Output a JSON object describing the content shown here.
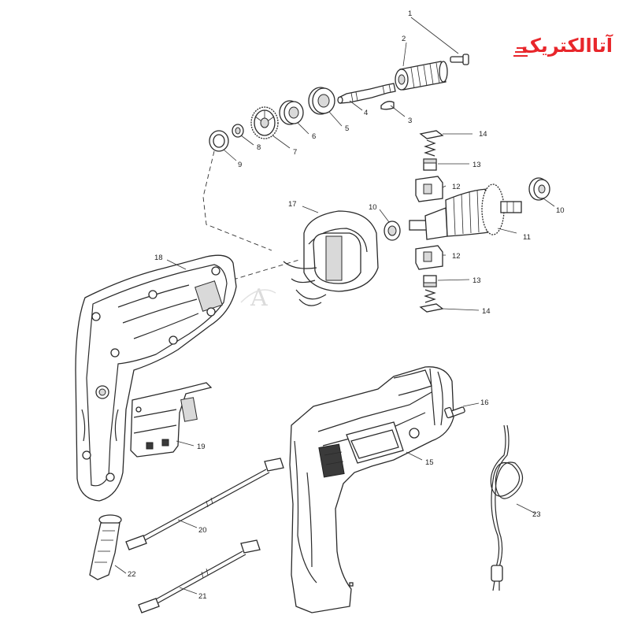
{
  "brand": {
    "logo_text": "آتاالکتریک",
    "color": "#e8262b"
  },
  "watermark": {
    "letter": "A"
  },
  "parts": [
    {
      "id": "p1",
      "label": "1"
    },
    {
      "id": "p2",
      "label": "2"
    },
    {
      "id": "p3",
      "label": "3"
    },
    {
      "id": "p4",
      "label": "4"
    },
    {
      "id": "p5",
      "label": "5"
    },
    {
      "id": "p6",
      "label": "6"
    },
    {
      "id": "p7",
      "label": "7"
    },
    {
      "id": "p8",
      "label": "8"
    },
    {
      "id": "p9",
      "label": "9"
    },
    {
      "id": "p10a",
      "label": "10"
    },
    {
      "id": "p10b",
      "label": "10"
    },
    {
      "id": "p11",
      "label": "11"
    },
    {
      "id": "p12a",
      "label": "12"
    },
    {
      "id": "p12b",
      "label": "12"
    },
    {
      "id": "p13a",
      "label": "13"
    },
    {
      "id": "p13b",
      "label": "13"
    },
    {
      "id": "p14a",
      "label": "14"
    },
    {
      "id": "p14b",
      "label": "14"
    },
    {
      "id": "p15",
      "label": "15"
    },
    {
      "id": "p16",
      "label": "16"
    },
    {
      "id": "p17",
      "label": "17"
    },
    {
      "id": "p18",
      "label": "18"
    },
    {
      "id": "p19",
      "label": "19"
    },
    {
      "id": "p20",
      "label": "20"
    },
    {
      "id": "p21",
      "label": "21"
    },
    {
      "id": "p22",
      "label": "22"
    },
    {
      "id": "p23",
      "label": "23"
    }
  ]
}
